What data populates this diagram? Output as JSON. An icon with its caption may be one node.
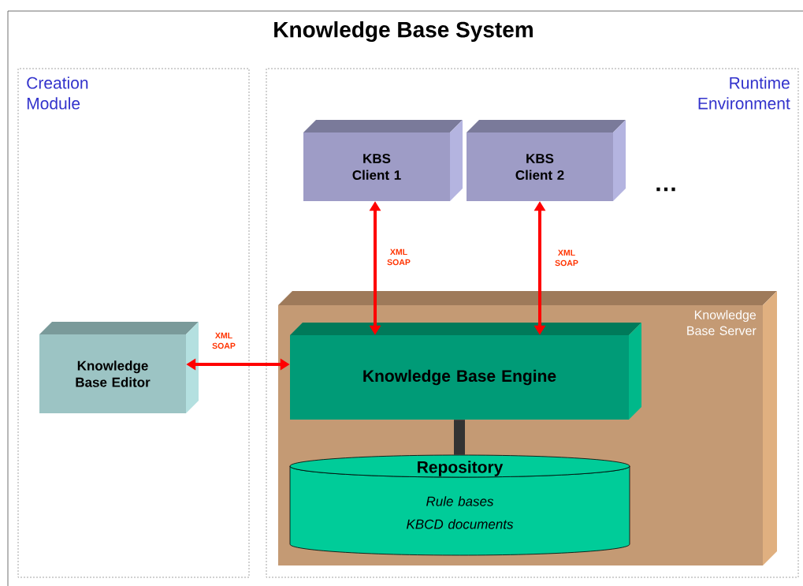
{
  "diagram": {
    "title": "Knowledge Base System",
    "nodes": [
      {
        "text": [
          "Creation Module"
        ]
      },
      {
        "text": [
          "Runtime Environment"
        ]
      },
      {
        "text": [
          "KBS Client 1"
        ],
        "in": 1
      },
      {
        "text": [
          "KBS Client 2"
        ],
        "in": 1
      },
      {
        "text": [
          "Knowledge Base Server"
        ],
        "in": 1
      },
      {
        "text": [
          "Knowledge Base Editor"
        ],
        "in": 0
      },
      {
        "text": [
          "Knowledge Base Engine"
        ],
        "in": 4
      },
      {
        "text": [
          "Repository",
          "Rule bases KBCD documents"
        ],
        "in": 4
      }
    ],
    "edges": [
      {
        "from": 2,
        "to": 6,
        "arrow": "both",
        "label": "XML SOAP"
      },
      {
        "from": 3,
        "to": 6,
        "arrow": "both",
        "label": "XML SOAP"
      },
      {
        "from": 5,
        "to": 6,
        "arrow": "both",
        "label": "XML SOAP"
      },
      {
        "from": 6,
        "to": 7,
        "arrow": "none",
        "style": "thick",
        "color": "#333333"
      }
    ],
    "labels": [
      "…"
    ]
  }
}
